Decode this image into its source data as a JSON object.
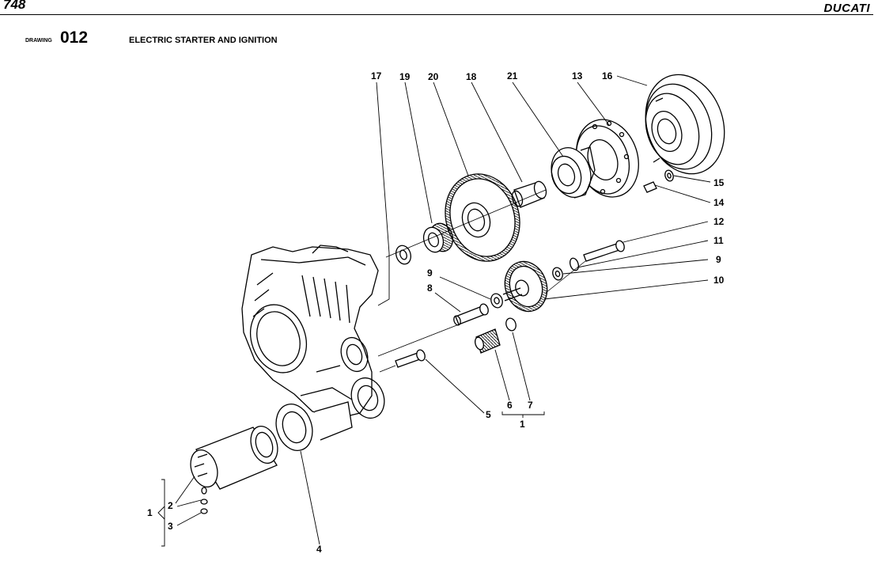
{
  "header": {
    "model": "748",
    "brand": "DUCATI"
  },
  "drawing": {
    "label": "DRAWING",
    "number": "012",
    "title": "ELECTRIC STARTER AND IGNITION"
  },
  "callouts": [
    {
      "id": "c17",
      "text": "17"
    },
    {
      "id": "c19",
      "text": "19"
    },
    {
      "id": "c20",
      "text": "20"
    },
    {
      "id": "c18",
      "text": "18"
    },
    {
      "id": "c21",
      "text": "21"
    },
    {
      "id": "c13",
      "text": "13"
    },
    {
      "id": "c16",
      "text": "16"
    },
    {
      "id": "c15",
      "text": "15"
    },
    {
      "id": "c14",
      "text": "14"
    },
    {
      "id": "c12",
      "text": "12"
    },
    {
      "id": "c11",
      "text": "11"
    },
    {
      "id": "c9a",
      "text": "9"
    },
    {
      "id": "c10",
      "text": "10"
    },
    {
      "id": "c9b",
      "text": "9"
    },
    {
      "id": "c8",
      "text": "8"
    },
    {
      "id": "c5",
      "text": "5"
    },
    {
      "id": "c6",
      "text": "6"
    },
    {
      "id": "c7",
      "text": "7"
    },
    {
      "id": "c1b",
      "text": "1"
    },
    {
      "id": "c4",
      "text": "4"
    },
    {
      "id": "c1a",
      "text": "1"
    },
    {
      "id": "c2",
      "text": "2"
    },
    {
      "id": "c3",
      "text": "3"
    }
  ]
}
